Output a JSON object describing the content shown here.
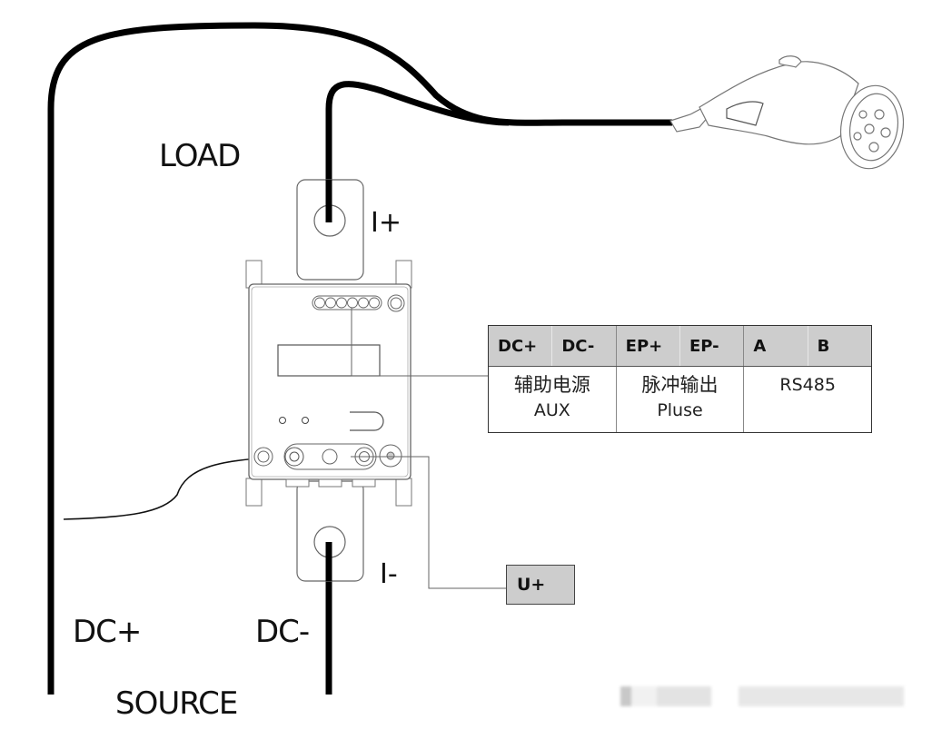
{
  "labels": {
    "load": "LOAD",
    "source": "SOURCE",
    "dc_plus": "DC+",
    "dc_minus": "DC-",
    "i_plus": "I+",
    "i_minus": "I-"
  },
  "terminal_table": {
    "headers": [
      "DC+",
      "DC-",
      "EP+",
      "EP-",
      "A",
      "B"
    ],
    "groups": [
      {
        "cn": "辅助电源",
        "en": "AUX"
      },
      {
        "cn": "脉冲输出",
        "en": "Pluse"
      },
      {
        "cn": "",
        "en": "RS485"
      }
    ]
  },
  "voltage_terminal": {
    "label": "U+"
  },
  "components": {
    "meter": "dc-energy-meter",
    "connector": "ev-charging-connector"
  },
  "colors": {
    "wire": "#000000",
    "outline": "#555555",
    "header_fill": "#cdcdcd"
  }
}
